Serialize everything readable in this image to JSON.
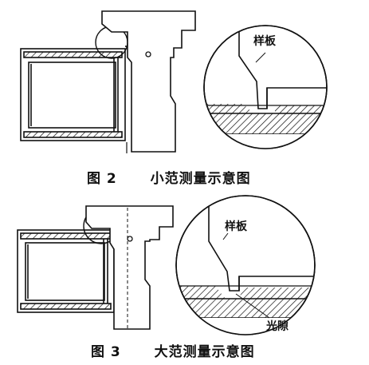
{
  "figure2": {
    "caption_number": "图 2",
    "caption_title": "小范测量示意图",
    "template_label": "样板"
  },
  "figure3": {
    "caption_number": "图 3",
    "caption_title": "大范测量示意图",
    "template_label": "样板",
    "gap_label": "光隙"
  }
}
